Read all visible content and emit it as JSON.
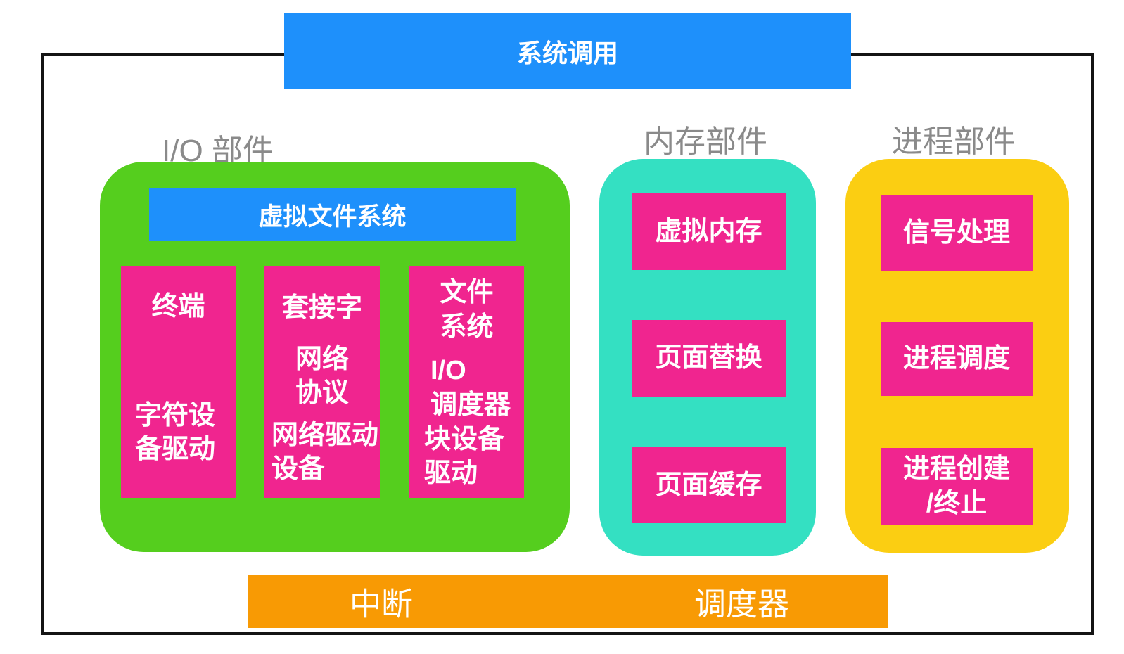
{
  "system_call_bar": {
    "label": "系统调用"
  },
  "bottom_bar": {
    "interrupt_label": "中断",
    "scheduler_label": "调度器"
  },
  "io_section": {
    "title": "I/O 部件",
    "vfs_label": "虚拟文件系统",
    "terminal_box": {
      "top_line1": "终端",
      "bottom_line1": "字符设",
      "bottom_line2": "备驱动"
    },
    "socket_box": {
      "top_line1": "套接字",
      "mid_line1": "网络",
      "mid_line2": "协议",
      "bottom_line1": "网络驱动",
      "bottom_line2": "设备"
    },
    "filesystem_box": {
      "top_line1": "文件",
      "top_line2": "系统",
      "mid_line1": "I/O",
      "mid_line2": "调度器",
      "bottom_line1": "块设备",
      "bottom_line2": "驱动"
    }
  },
  "memory_section": {
    "title": "内存部件",
    "items": [
      {
        "label": "虚拟内存"
      },
      {
        "label": "页面替换"
      },
      {
        "label": "页面缓存"
      }
    ]
  },
  "process_section": {
    "title": "进程部件",
    "items": [
      {
        "line1": "信号处理"
      },
      {
        "line1": "进程调度"
      },
      {
        "line1": "进程创建",
        "line2": "/终止"
      }
    ]
  },
  "colors": {
    "blue": "#1E90FB",
    "green": "#55CE1E",
    "teal": "#34E0C2",
    "yellow": "#FBCE12",
    "pink": "#F0258F",
    "orange": "#F89A04",
    "title-gray": "#8A8A8A",
    "border-black": "#141414"
  }
}
